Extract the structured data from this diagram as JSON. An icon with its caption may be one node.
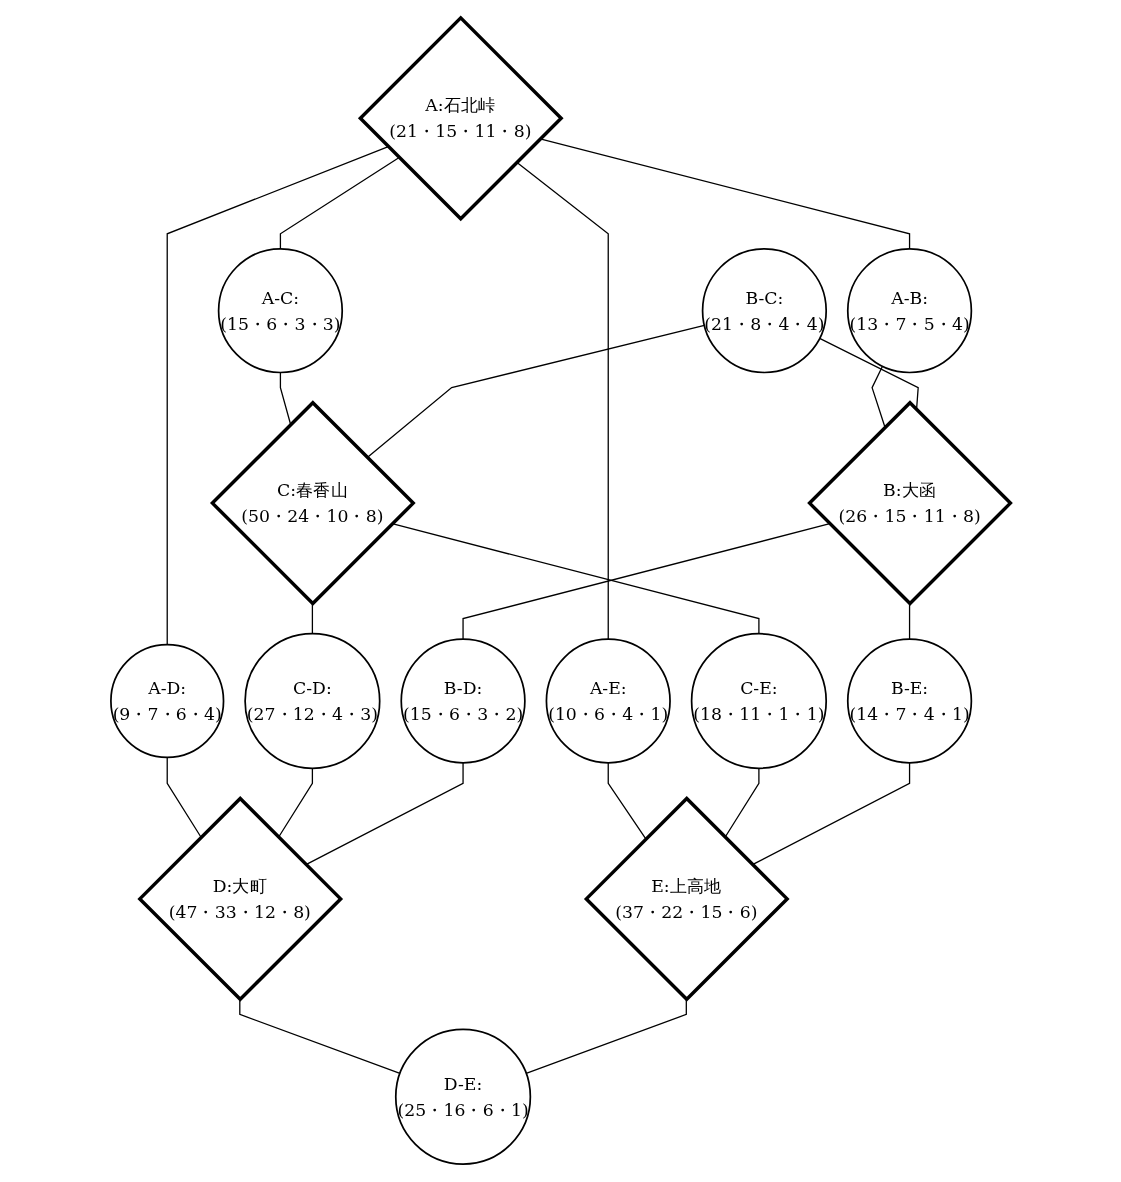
{
  "diagram": {
    "nodes": [
      {
        "text": [
          "A:石北峠",
          "(21・15・11・8)"
        ]
      },
      {
        "text": [
          "A-B:",
          "(13・7・5・4)"
        ]
      },
      {
        "text": [
          "C:春香山",
          "(50・24・10・8)"
        ]
      },
      {
        "text": [
          "A-C:",
          "(15・6・3・3)"
        ]
      },
      {
        "text": [
          "B:大函",
          "(26・15・11・8)"
        ]
      },
      {
        "text": [
          "B-C:",
          "(21・8・4・4)"
        ]
      },
      {
        "text": [
          "A-D:",
          "(9・7・6・4)"
        ]
      },
      {
        "text": [
          "A-E:",
          "(10・6・4・1)"
        ]
      },
      {
        "text": [
          "C-D:",
          "(27・12・4・3)"
        ]
      },
      {
        "text": [
          "C-E:",
          "(18・11・1・1)"
        ]
      },
      {
        "text": [
          "B-D:",
          "(15・6・3・2)"
        ]
      },
      {
        "text": [
          "B-E:",
          "(14・7・4・1)"
        ]
      },
      {
        "text": [
          "D:大町",
          "(47・33・12・8)"
        ]
      },
      {
        "text": [
          "D-E:",
          "(25・16・6・1)"
        ]
      },
      {
        "text": [
          "E:上高地",
          "(37・22・15・6)"
        ]
      }
    ],
    "edges": [
      {
        "from": 0,
        "to": 1,
        "arrow": "none"
      },
      {
        "from": 1,
        "to": 4,
        "arrow": "none"
      },
      {
        "from": 0,
        "to": 3,
        "arrow": "none"
      },
      {
        "from": 3,
        "to": 2,
        "arrow": "none"
      },
      {
        "from": 5,
        "to": 2,
        "arrow": "none"
      },
      {
        "from": 5,
        "to": 4,
        "arrow": "none"
      },
      {
        "from": 0,
        "to": 6,
        "arrow": "none"
      },
      {
        "from": 6,
        "to": 12,
        "arrow": "none"
      },
      {
        "from": 0,
        "to": 7,
        "arrow": "none"
      },
      {
        "from": 7,
        "to": 14,
        "arrow": "none"
      },
      {
        "from": 2,
        "to": 8,
        "arrow": "none"
      },
      {
        "from": 8,
        "to": 12,
        "arrow": "none"
      },
      {
        "from": 2,
        "to": 9,
        "arrow": "none"
      },
      {
        "from": 9,
        "to": 14,
        "arrow": "none"
      },
      {
        "from": 4,
        "to": 10,
        "arrow": "none"
      },
      {
        "from": 10,
        "to": 12,
        "arrow": "none"
      },
      {
        "from": 4,
        "to": 11,
        "arrow": "none"
      },
      {
        "from": 11,
        "to": 14,
        "arrow": "none"
      },
      {
        "from": 12,
        "to": 13,
        "arrow": "none"
      },
      {
        "from": 14,
        "to": 13,
        "arrow": "none"
      }
    ]
  }
}
